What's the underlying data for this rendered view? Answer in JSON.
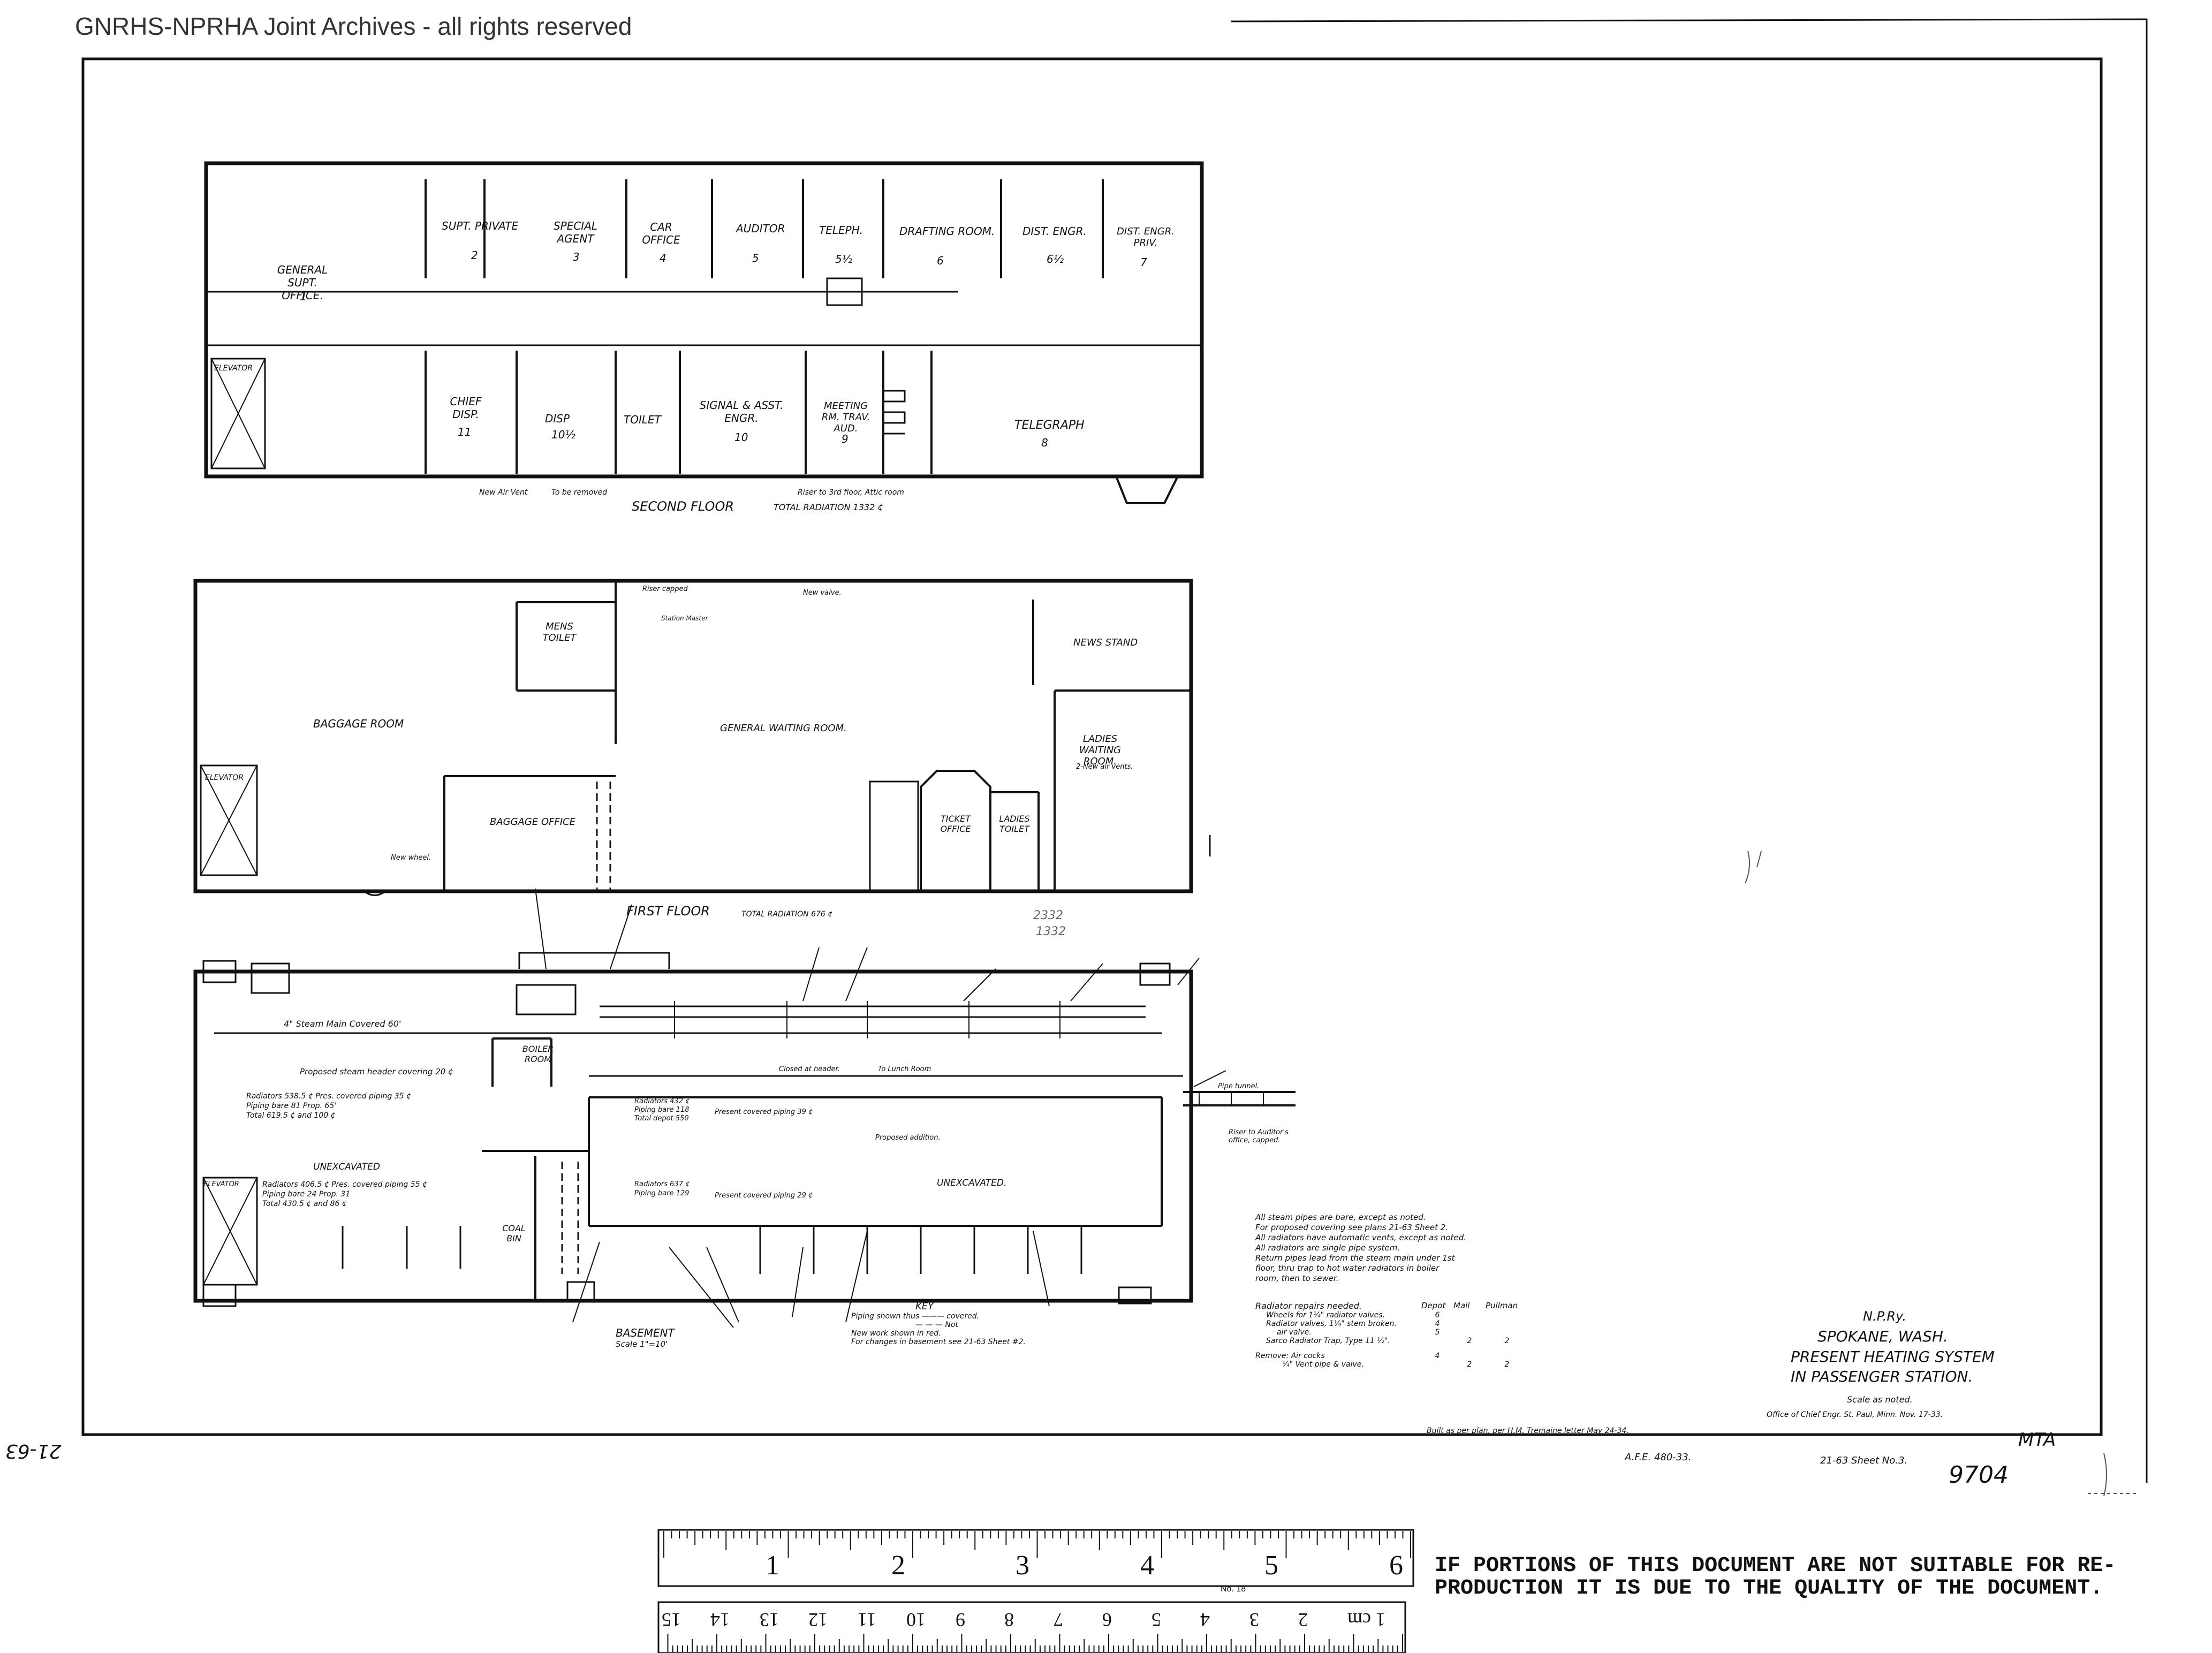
{
  "archive_notice": "GNRHS-NPRHA Joint Archives - all rights reserved",
  "second_floor": {
    "title": "SECOND FLOOR",
    "total": "TOTAL RADIATION 1332 ¢",
    "rooms": [
      {
        "name": "GENERAL SUPT. OFFICE.",
        "num": "1"
      },
      {
        "name": "SUPT. PRIVATE",
        "num": "2"
      },
      {
        "name": "SPECIAL AGENT",
        "num": "3"
      },
      {
        "name": "CAR OFFICE",
        "num": "4"
      },
      {
        "name": "AUDITOR",
        "num": "5"
      },
      {
        "name": "TELEPH.",
        "num": "5½"
      },
      {
        "name": "DRAFTING ROOM.",
        "num": "6"
      },
      {
        "name": "DIST. ENGR.",
        "num": "6½"
      },
      {
        "name": "DIST. ENGR. PRIV.",
        "num": "7"
      },
      {
        "name": "ELEVATOR",
        "num": ""
      },
      {
        "name": "CHIEF DISP.",
        "num": "11"
      },
      {
        "name": "DISP",
        "num": "10½"
      },
      {
        "name": "TOILET",
        "num": ""
      },
      {
        "name": "SIGNAL & ASST. ENGR.",
        "num": "10"
      },
      {
        "name": "MEETING RM. TRAV. AUD.",
        "num": "9"
      },
      {
        "name": "TELEGRAPH",
        "num": "8"
      }
    ],
    "notes": [
      "New Air Vent",
      "To be removed",
      "Riser to 3rd floor, Attic room"
    ]
  },
  "first_floor": {
    "title": "FIRST FLOOR",
    "total": "TOTAL RADIATION 676 ¢",
    "rooms": [
      {
        "name": "BAGGAGE ROOM"
      },
      {
        "name": "ELEVATOR"
      },
      {
        "name": "MENS TOILET"
      },
      {
        "name": "GENERAL WAITING ROOM."
      },
      {
        "name": "NEWS STAND"
      },
      {
        "name": "LADIES WAITING ROOM."
      },
      {
        "name": "BAGGAGE OFFICE"
      },
      {
        "name": "TICKET OFFICE"
      },
      {
        "name": "LADIES TOILET"
      }
    ],
    "notes": [
      "Riser capped",
      "New valve.",
      "2-New air vents.",
      "Station Master",
      "New wheel."
    ]
  },
  "basement": {
    "title": "BASEMENT",
    "scale": "Scale 1\"=10'",
    "rooms": [
      {
        "name": "BOILER ROOM"
      },
      {
        "name": "UNEXCAVATED"
      },
      {
        "name": "UNEXCAVATED."
      },
      {
        "name": "ELEVATOR"
      },
      {
        "name": "COAL BIN"
      }
    ],
    "notes": [
      "4\" Steam Main Covered 60'",
      "Proposed steam header covering 20 ¢",
      "Radiators 538.5 ¢  Pres. covered piping 35 ¢",
      "Piping bare 81  Prop. 65'",
      "Total 619.5 ¢ and 100 ¢",
      "Radiators 406.5 ¢  Pres. covered piping 55 ¢",
      "Piping bare 24  Prop. 31",
      "Total 430.5 ¢ and 86 ¢",
      "Radiators 432 ¢",
      "Piping bare 118",
      "Total depot 550",
      "Present covered piping 39 ¢",
      "Proposed addition.",
      "Radiators 637 ¢",
      "Piping bare 129",
      "Present covered piping 29 ¢",
      "Closed at header.",
      "To Lunch Room",
      "Pipe tunnel.",
      "Riser to Auditor's office, capped."
    ]
  },
  "general_notes": [
    "All steam pipes are bare, except as noted.",
    "For proposed covering see plans 21-63 Sheet 2.",
    "All radiators have automatic vents, except as noted.",
    "All radiators are single pipe system.",
    "Return pipes lead from the steam main under 1st",
    "floor, thru trap to hot water radiators in boiler",
    "room, then to sewer."
  ],
  "repairs": {
    "header": "Radiator repairs needed.",
    "columns": [
      "Depot",
      "Mail",
      "Pullman"
    ],
    "rows": [
      {
        "label": "Wheels for 1¼\" radiator valves.",
        "values": [
          "6",
          "",
          ""
        ]
      },
      {
        "label": "Radiator valves, 1¼\" stem broken.",
        "values": [
          "4",
          "",
          ""
        ]
      },
      {
        "label": "air valve.",
        "values": [
          "5",
          "",
          ""
        ]
      },
      {
        "label": "Sarco Radiator Trap, Type 11 ½\".",
        "values": [
          "",
          "2",
          "2"
        ]
      },
      {
        "label": "Remove: Air cocks",
        "values": [
          "4",
          "",
          ""
        ]
      },
      {
        "label": "¼\" Vent pipe & valve.",
        "values": [
          "",
          "2",
          "2"
        ]
      }
    ]
  },
  "key": {
    "title": "KEY",
    "lines": [
      "Piping shown thus ——— covered.",
      "— — — Not",
      "New work shown in red.",
      "For changes in basement see 21-63 Sheet #2."
    ]
  },
  "title_block": {
    "railway": "N.P.Ry.",
    "location": "SPOKANE, WASH.",
    "title1": "PRESENT HEATING SYSTEM",
    "title2": "IN PASSENGER STATION.",
    "scale": "Scale as noted.",
    "office": "Office of Chief Engr. St. Paul, Minn. Nov. 17-33.",
    "built": "Built as per plan, per H.M. Tremaine letter May 24-34.",
    "afe": "A.F.E. 480-33.",
    "sheet": "21-63 Sheet No.3.",
    "initials": "MTA",
    "side_number": "21-63",
    "corner_number": "9704"
  },
  "ruler": {
    "inches": [
      "1",
      "2",
      "3",
      "4",
      "5",
      "6"
    ],
    "cm": [
      "1 cm",
      "2",
      "3",
      "4",
      "5",
      "6",
      "7",
      "8",
      "9",
      "10",
      "11",
      "12",
      "13",
      "14",
      "15"
    ],
    "brand": "No. 18"
  },
  "disclaimer": [
    "IF PORTIONS OF THIS DOCUMENT ARE NOT SUITABLE FOR RE-",
    "PRODUCTION IT IS DUE TO THE QUALITY OF THE DOCUMENT."
  ],
  "pencil_numbers": [
    "2332",
    "1332"
  ]
}
